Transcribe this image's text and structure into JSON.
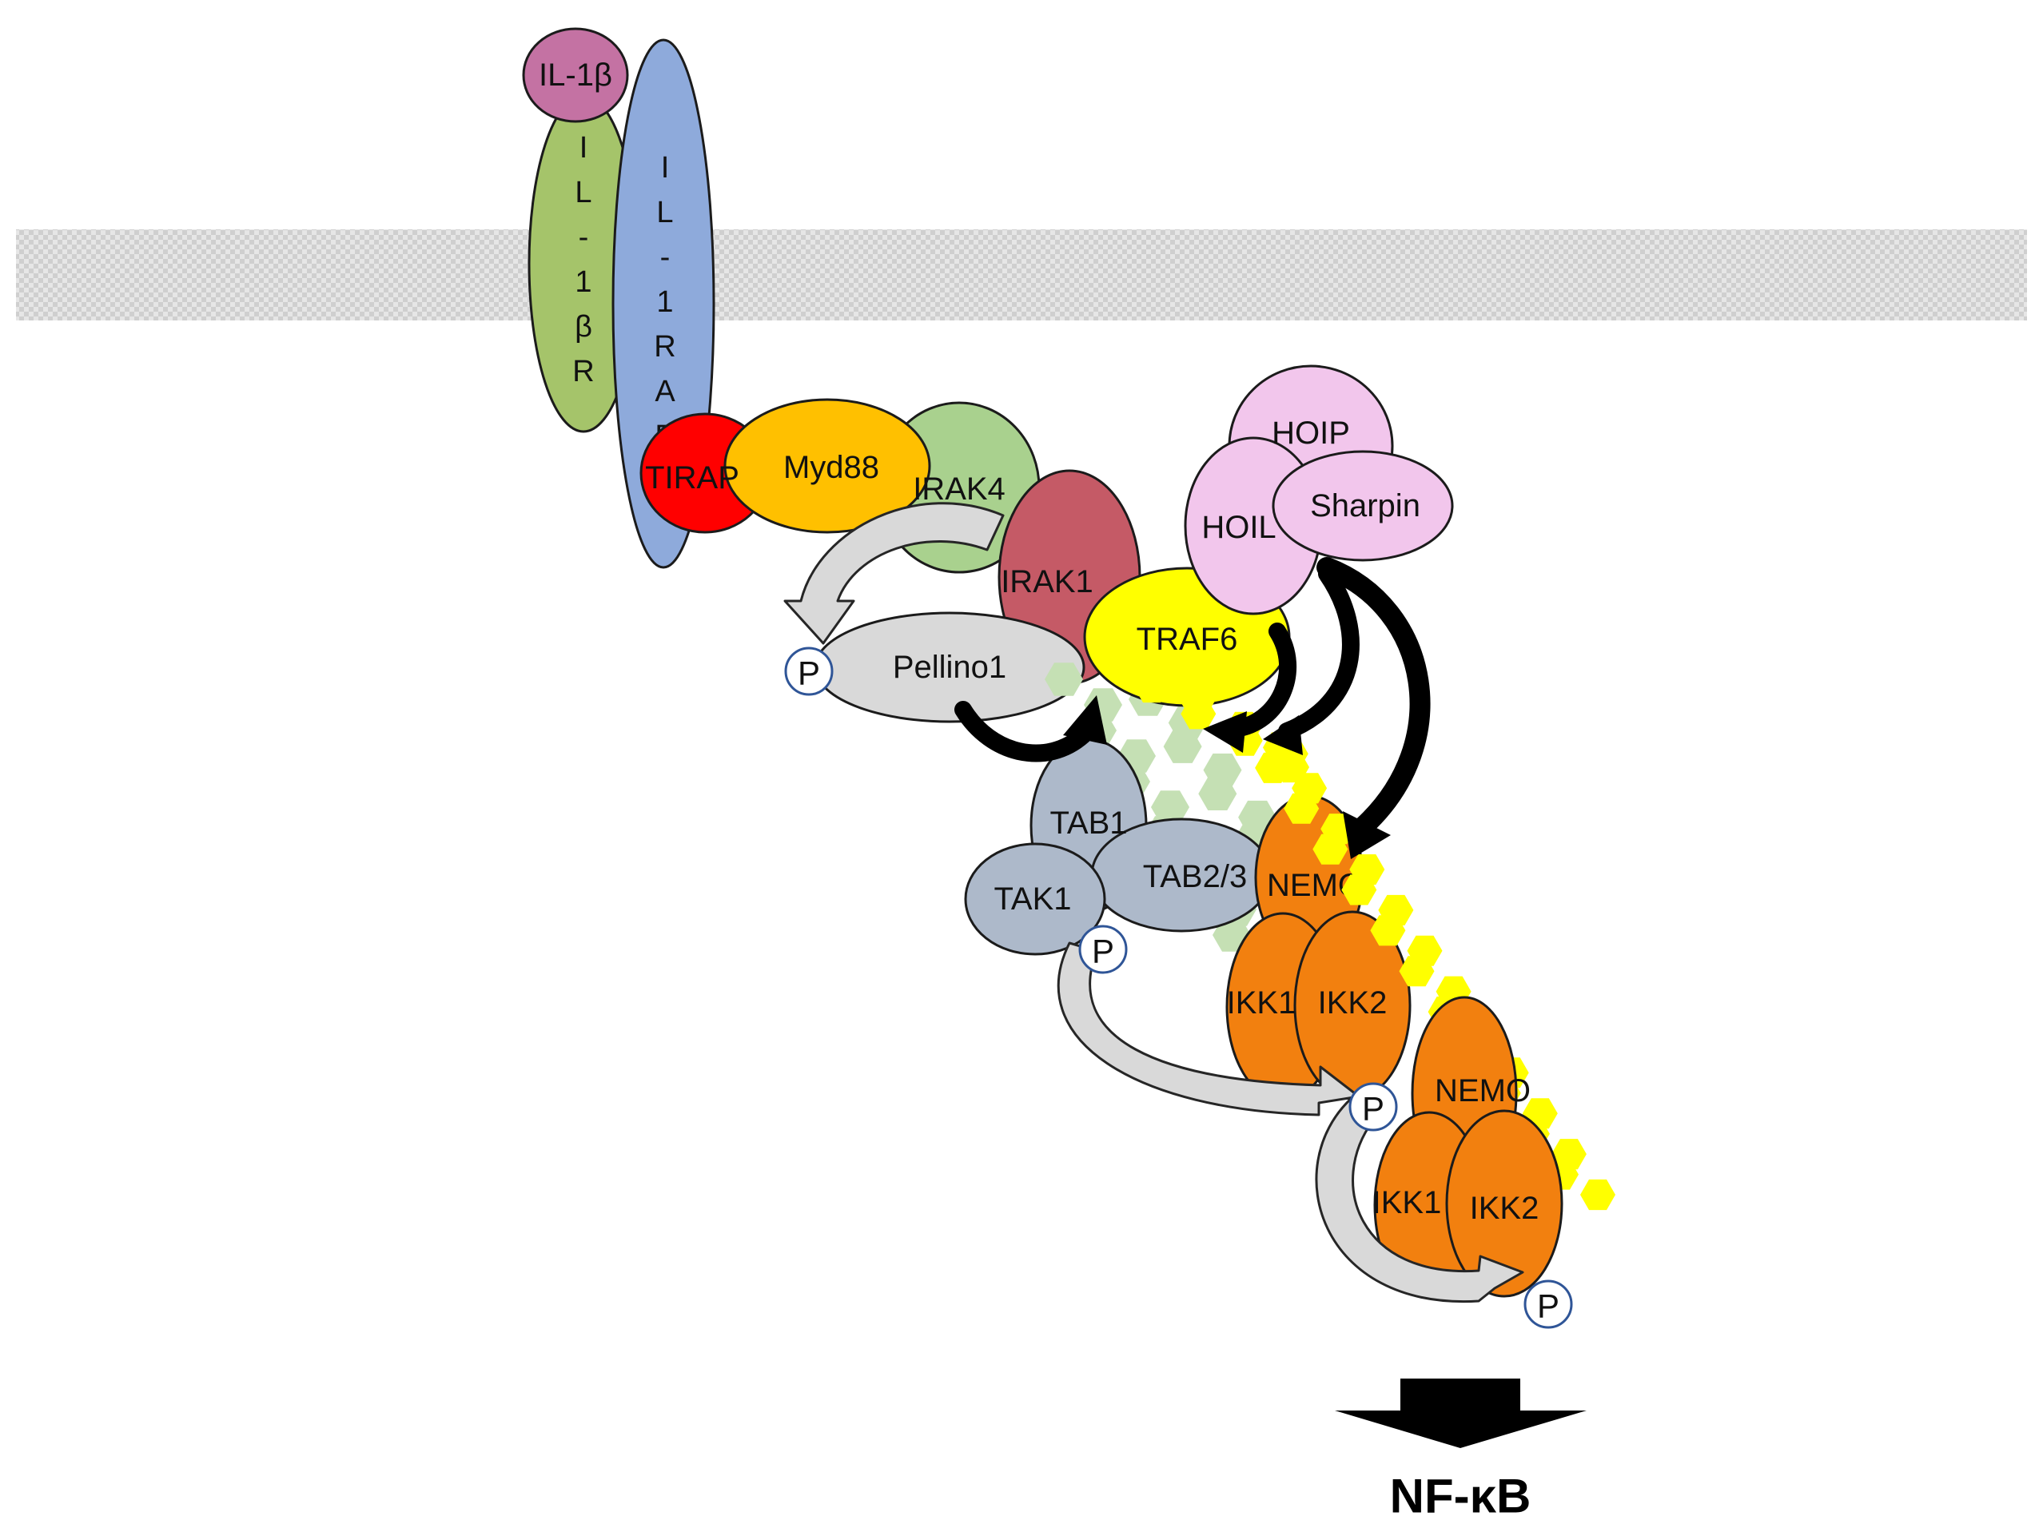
{
  "proteins": {
    "il1b": "IL-1β",
    "il1br": "IL-1βR",
    "il1rap": "IL-1RAP",
    "tirap": "TIRAP",
    "myd88": "Myd88",
    "irak4": "IRAK4",
    "irak1": "IRAK1",
    "pellino1": "Pellino1",
    "hoip": "HOIP",
    "hoil": "HOIL",
    "sharpin": "Sharpin",
    "traf6": "TRAF6",
    "tab1": "TAB1",
    "tab23": "TAB2/3",
    "tak1": "TAK1",
    "nemo1": "NEMO",
    "ikk1_a": "IKK1",
    "ikk2_a": "IKK2",
    "nemo2": "NEMO",
    "ikk1_b": "IKK1",
    "ikk2_b": "IKK2"
  },
  "vertical_letters": {
    "il1br": [
      "I",
      "L",
      "-",
      "1",
      "β",
      "R"
    ],
    "il1rap": [
      "I",
      "L",
      "-",
      "1",
      "R",
      "A",
      "P"
    ]
  },
  "phospho_label": "P",
  "output_label": "NF-κB",
  "colors": {
    "il1b": "#c472a3",
    "il1br": "#a5c46a",
    "il1rap": "#8eaadb",
    "tirap": "#ff0000",
    "myd88": "#ffc000",
    "irak4": "#a9d18e",
    "irak1": "#c55a66",
    "pellino1": "#d9d9d9",
    "hoil_complex": "#f2c6ec",
    "traf6": "#ffff00",
    "tab_tak": "#adb9ca",
    "ikk": "#f2800f",
    "membrane": "#d9d9d9",
    "ubiquitin_green": "#c5e0b4",
    "ubiquitin_yellow": "#ffff00",
    "phospho_border": "#2f5597"
  }
}
